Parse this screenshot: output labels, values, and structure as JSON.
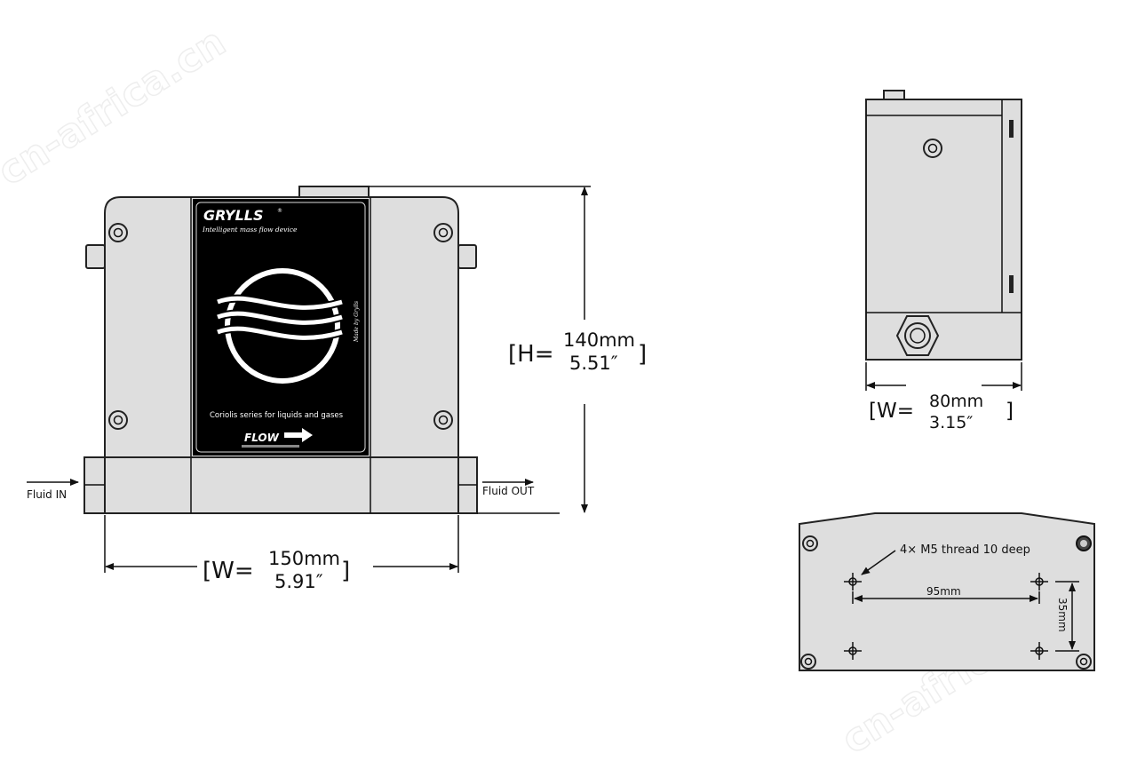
{
  "watermark": "cn-africa.cn",
  "front_view": {
    "brand": "GRYLLS",
    "registered": "®",
    "tagline": "Intelligent mass flow device",
    "made_by": "Made by Grylls",
    "series": "Coriolis  series for liquids and gases",
    "flow_label": "FLOW",
    "fluid_in": "Fluid IN",
    "fluid_out": "Fluid OUT",
    "height": {
      "prefix": "[H=",
      "mm": "140mm",
      "inch": "5.51″",
      "close": "]"
    },
    "width": {
      "prefix": "[W=",
      "mm": "150mm",
      "inch": "5.91″",
      "close": "]"
    }
  },
  "side_view": {
    "width": {
      "prefix": "[W=",
      "mm": "80mm",
      "inch": "3.15″",
      "close": "]"
    }
  },
  "bottom_view": {
    "thread_note": "4× M5 thread 10 deep",
    "hole_spacing_x": "95mm",
    "hole_spacing_y": "35mm"
  },
  "colors": {
    "body": "#dedede",
    "label": "#000000",
    "line": "#111111"
  }
}
